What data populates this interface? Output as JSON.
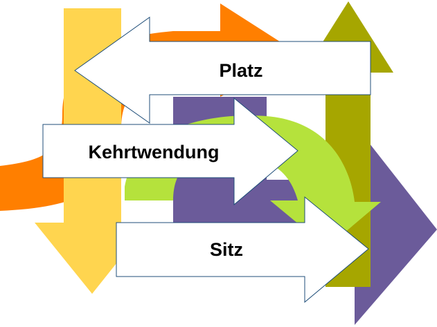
{
  "diagram": {
    "labels": {
      "platz": "Platz",
      "kehrtwendung": "Kehrtwendung",
      "sitz": "Sitz"
    },
    "colors": {
      "orange": "#FF7F00",
      "yellow": "#FFD54F",
      "purple": "#6B5B9A",
      "olive": "#A6A600",
      "lime": "#B5E23C",
      "white": "#FFFFFF",
      "outline": "#1F4E79"
    }
  }
}
